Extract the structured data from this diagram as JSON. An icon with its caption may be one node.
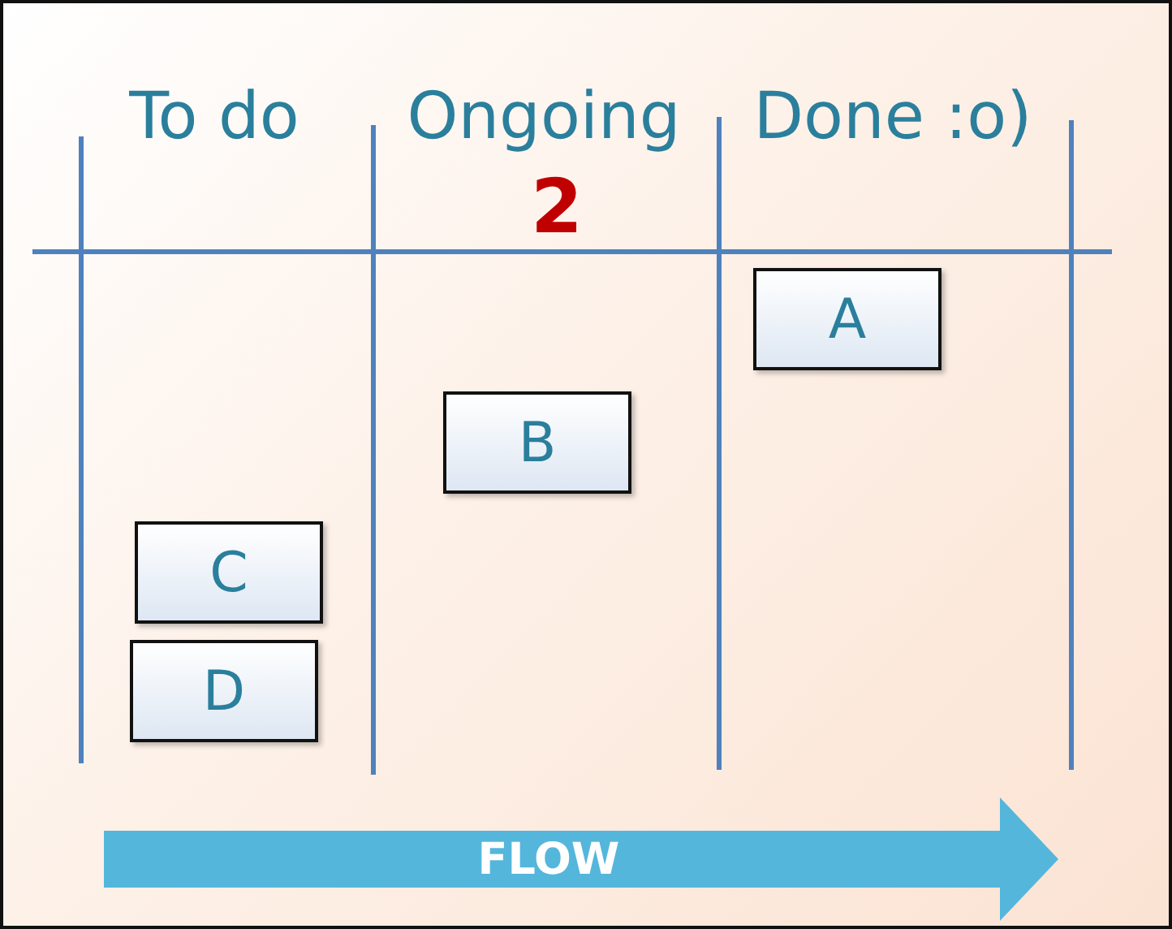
{
  "diagram": {
    "nodes": [
      {
        "text": [
          "A"
        ]
      },
      {
        "text": [
          "B"
        ]
      },
      {
        "text": [
          "C"
        ]
      },
      {
        "text": [
          "D"
        ]
      },
      {
        "text": [
          "FLOW"
        ]
      }
    ],
    "labels": [
      "To do",
      "Ongoing",
      "Done :o)",
      "2"
    ]
  }
}
